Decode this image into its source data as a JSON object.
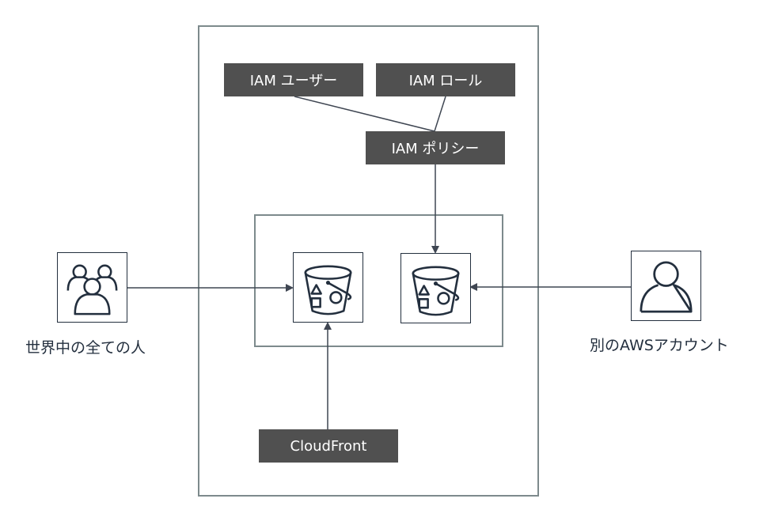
{
  "diagram": {
    "iam_user_label": "IAM ユーザー",
    "iam_role_label": "IAM ロール",
    "iam_policy_label": "IAM ポリシー",
    "cloudfront_label": "CloudFront",
    "everyone_caption": "世界中の全ての人",
    "other_account_caption": "別のAWSアカウント",
    "icons": {
      "everyone": "users-group-icon",
      "other_account": "user-icon",
      "bucket_left": "s3-bucket-icon",
      "bucket_right": "s3-bucket-icon"
    },
    "colors": {
      "frame": "#7d8a8c",
      "label_bg": "#505050",
      "line": "#3f4652",
      "icon_stroke": "#232f3e"
    },
    "connections": [
      {
        "from": "iam-user",
        "to": "iam-policy",
        "arrow": false
      },
      {
        "from": "iam-role",
        "to": "iam-policy",
        "arrow": false
      },
      {
        "from": "iam-policy",
        "to": "bucket-right",
        "arrow": true
      },
      {
        "from": "everyone",
        "to": "bucket-left",
        "arrow": true
      },
      {
        "from": "cloudfront",
        "to": "bucket-left",
        "arrow": true
      },
      {
        "from": "other-account",
        "to": "bucket-right",
        "arrow": true
      }
    ]
  }
}
